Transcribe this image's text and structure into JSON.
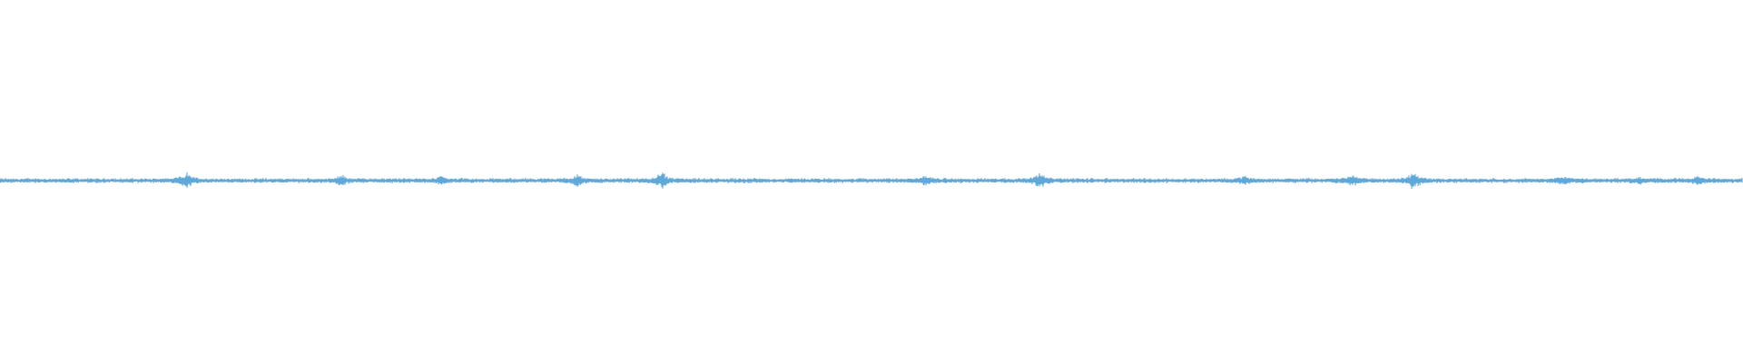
{
  "waveform": {
    "color": "#5fa8d8",
    "background": "#ffffff",
    "peaks": [
      {
        "position": 0.107,
        "amplitude": 0.5
      },
      {
        "position": 0.196,
        "amplitude": 0.3
      },
      {
        "position": 0.253,
        "amplitude": 0.22
      },
      {
        "position": 0.331,
        "amplitude": 0.32
      },
      {
        "position": 0.38,
        "amplitude": 0.5
      },
      {
        "position": 0.531,
        "amplitude": 0.28
      },
      {
        "position": 0.597,
        "amplitude": 0.55
      },
      {
        "position": 0.714,
        "amplitude": 0.22
      },
      {
        "position": 0.776,
        "amplitude": 0.35
      },
      {
        "position": 0.811,
        "amplitude": 0.55
      },
      {
        "position": 0.897,
        "amplitude": 0.22
      },
      {
        "position": 0.941,
        "amplitude": 0.2
      },
      {
        "position": 0.974,
        "amplitude": 0.25
      }
    ]
  }
}
